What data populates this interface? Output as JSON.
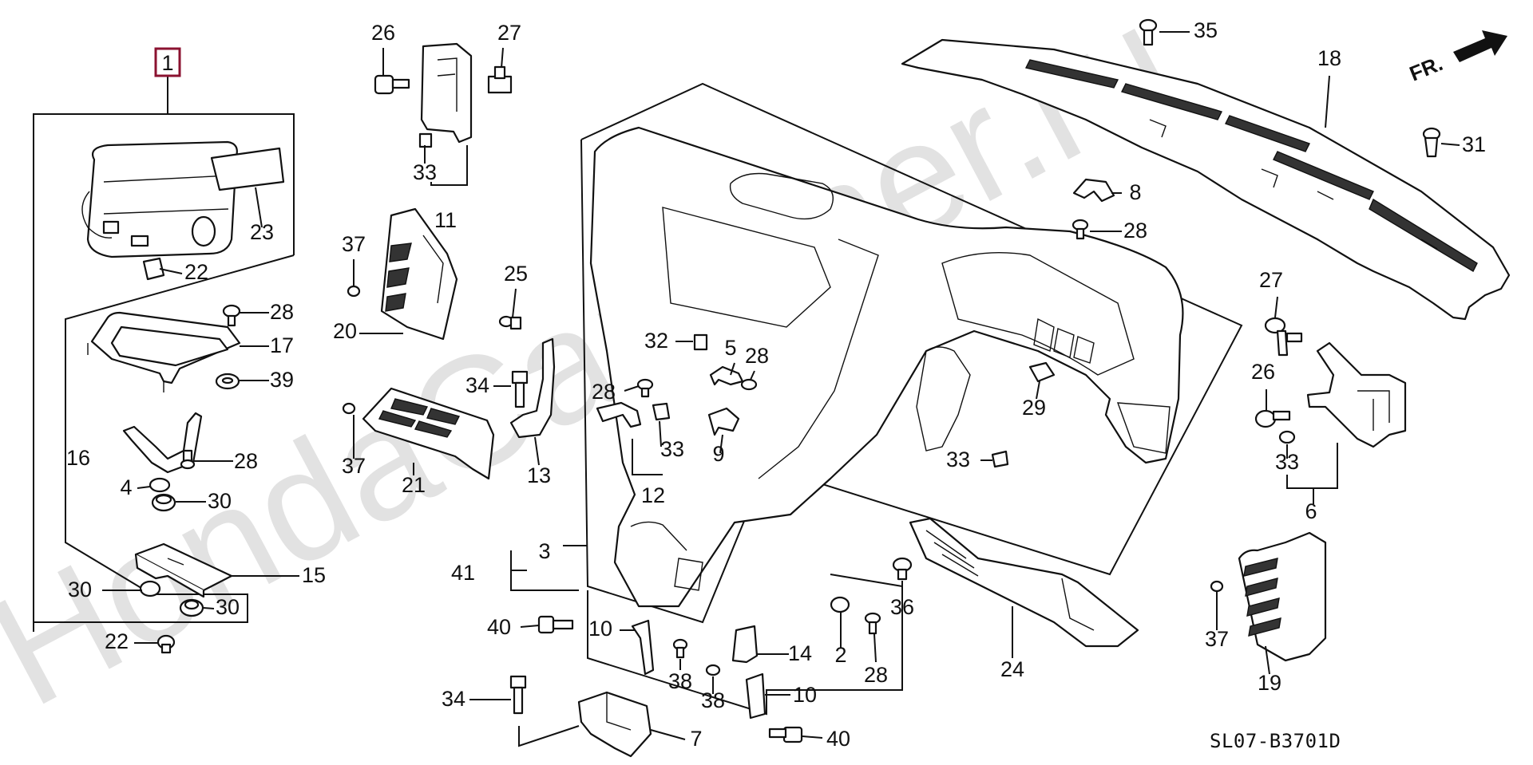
{
  "watermark": "HondaCarMiner.ru",
  "diagram_code": "SL07-B3701D",
  "direction_label": "FR.",
  "callouts": [
    {
      "label": "1",
      "highlighted": true
    },
    {
      "label": "26"
    },
    {
      "label": "27"
    },
    {
      "label": "33"
    },
    {
      "label": "11"
    },
    {
      "label": "23"
    },
    {
      "label": "22"
    },
    {
      "label": "37"
    },
    {
      "label": "20"
    },
    {
      "label": "25"
    },
    {
      "label": "28"
    },
    {
      "label": "17"
    },
    {
      "label": "39"
    },
    {
      "label": "16"
    },
    {
      "label": "28"
    },
    {
      "label": "4"
    },
    {
      "label": "30"
    },
    {
      "label": "34"
    },
    {
      "label": "13"
    },
    {
      "label": "37"
    },
    {
      "label": "21"
    },
    {
      "label": "15"
    },
    {
      "label": "30"
    },
    {
      "label": "30"
    },
    {
      "label": "22"
    },
    {
      "label": "32"
    },
    {
      "label": "5"
    },
    {
      "label": "28"
    },
    {
      "label": "28"
    },
    {
      "label": "33"
    },
    {
      "label": "9"
    },
    {
      "label": "12"
    },
    {
      "label": "3"
    },
    {
      "label": "41"
    },
    {
      "label": "40"
    },
    {
      "label": "10"
    },
    {
      "label": "38"
    },
    {
      "label": "14"
    },
    {
      "label": "38"
    },
    {
      "label": "10"
    },
    {
      "label": "40"
    },
    {
      "label": "34"
    },
    {
      "label": "7"
    },
    {
      "label": "2"
    },
    {
      "label": "28"
    },
    {
      "label": "36"
    },
    {
      "label": "24"
    },
    {
      "label": "35"
    },
    {
      "label": "18"
    },
    {
      "label": "31"
    },
    {
      "label": "8"
    },
    {
      "label": "28"
    },
    {
      "label": "29"
    },
    {
      "label": "33"
    },
    {
      "label": "27"
    },
    {
      "label": "26"
    },
    {
      "label": "33"
    },
    {
      "label": "6"
    },
    {
      "label": "37"
    },
    {
      "label": "19"
    }
  ]
}
